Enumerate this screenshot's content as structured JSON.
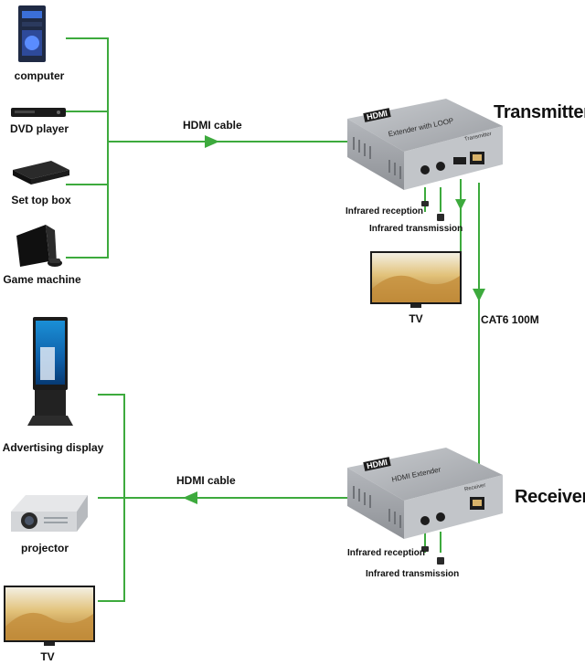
{
  "colors": {
    "cable": "#3daa3d",
    "box": "#a9acb1",
    "box_dark": "#7c7f84",
    "panel": "#cfd2d6"
  },
  "sources": [
    {
      "label": "computer",
      "icon": "computer-tower-icon"
    },
    {
      "label": "DVD player",
      "icon": "dvd-player-icon"
    },
    {
      "label": "Set top box",
      "icon": "set-top-box-icon"
    },
    {
      "label": "Game machine",
      "icon": "game-console-icon"
    }
  ],
  "displays": [
    {
      "label": "Advertising display",
      "icon": "kiosk-display-icon"
    },
    {
      "label": "projector",
      "icon": "projector-icon"
    },
    {
      "label": "TV",
      "icon": "tv-icon"
    }
  ],
  "transmitter": {
    "title": "Transmitter",
    "logo": "HDMI",
    "model": "Extender with LOOP",
    "port_label": "Transmitter",
    "ir_reception": "Infrared reception",
    "ir_transmission": "Infrared transmission",
    "loop_tv_label": "TV"
  },
  "receiver": {
    "title": "Receiver",
    "logo": "HDMI",
    "model": "HDMI Extender",
    "port_label": "Receiver",
    "ir_reception": "Infrared reception",
    "ir_transmission": "Infrared transmission"
  },
  "links": {
    "hdmi_in": "HDMI cable",
    "hdmi_out": "HDMI cable",
    "cat6": "CAT6 100M"
  }
}
